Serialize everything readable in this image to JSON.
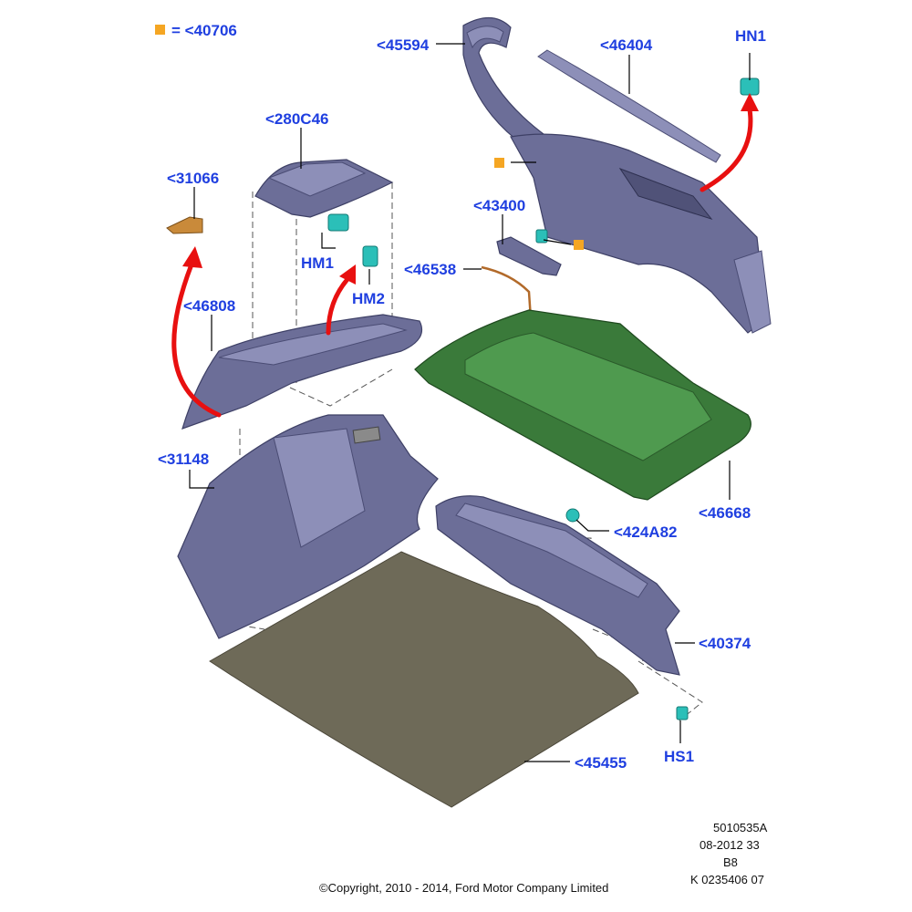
{
  "legend": {
    "symbol_color": "#f5a623",
    "text": "= <40706"
  },
  "labels": {
    "l45594": "<45594",
    "l46404": "<46404",
    "hn1": "HN1",
    "l280c46": "<280C46",
    "l31066": "<31066",
    "l43400": "<43400",
    "hm1": "HM1",
    "hm2": "HM2",
    "l46538": "<46538",
    "l46808": "<46808",
    "l31148": "<31148",
    "l46668": "<46668",
    "l424a82": "<424A82",
    "l40374": "<40374",
    "hs1": "HS1",
    "l45455": "<45455"
  },
  "footer": {
    "ref1": "5010535A",
    "ref2": "08-2012 33",
    "ref3": "B8",
    "ref4": "K 0235406 07",
    "copyright": "©Copyright, 2010 - 2014, Ford Motor Company Limited"
  },
  "colors": {
    "label_blue": "#1f3fe0",
    "trim_panel": "#6c6e98",
    "load_cover_green": "#3a7a3a",
    "floor_mat": "#6e6a58",
    "clip_teal": "#2bbfb8",
    "arrow_red": "#e81010"
  }
}
